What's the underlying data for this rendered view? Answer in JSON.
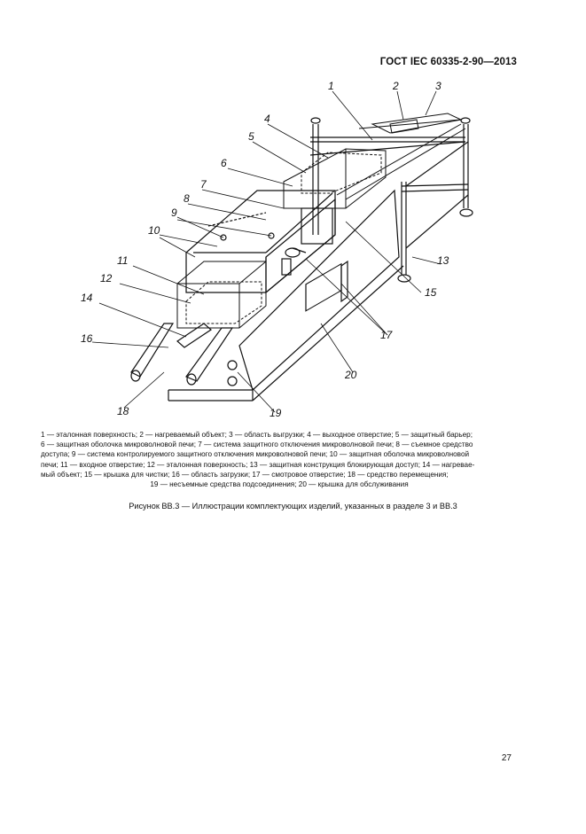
{
  "header": {
    "standard": "ГОСТ  IEC 60335-2-90—2013"
  },
  "figure": {
    "callouts": [
      "1",
      "2",
      "3",
      "4",
      "5",
      "6",
      "7",
      "8",
      "9",
      "10",
      "11",
      "12",
      "13",
      "14",
      "15",
      "16",
      "17",
      "18",
      "19",
      "20"
    ]
  },
  "legend": {
    "lines": [
      "1 — эталонная поверхность; 2 — нагреваемый объект; 3 — область выгрузки; 4 — выходное отверстие; 5 — защитный барьер;",
      "6 — защитная оболочка микроволновой печи; 7 — система защитного отключения микроволновой печи; 8 — съемное средство",
      "доступа; 9 — система контролируемого защитного отключения микроволновой печи; 10 — защитная оболочка микроволновой",
      "печи; 11 — входное отверстие; 12 — эталонная поверхность; 13 — защитная конструкция блокирующая доступ; 14 — нагревае-",
      "мый объект; 15 — крышка для чистки; 16 — область загрузки; 17 — смотровое отверстие; 18 — средство перемещения;"
    ],
    "last_line": "19 — несъемные средства подсоединения; 20 — крышка для обслуживания"
  },
  "caption": "Рисунок ВВ.3 — Иллюстрации комплектующих изделий, указанных в разделе 3 и ВВ.3",
  "page_number": "27"
}
